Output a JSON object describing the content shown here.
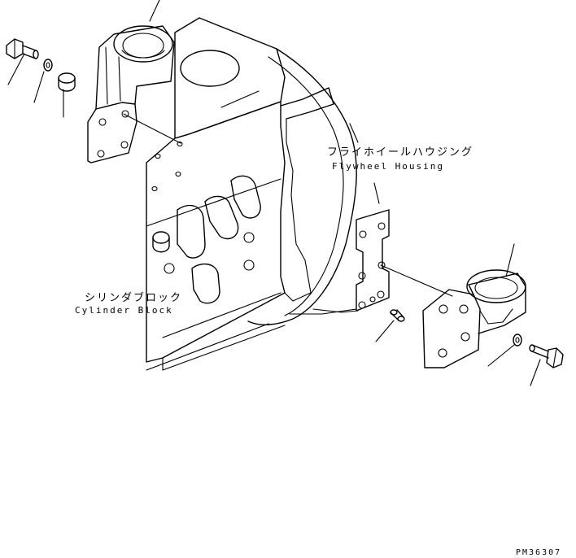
{
  "labels": {
    "flywheel_housing_jp": "フライホイールハウジング",
    "flywheel_housing_en": "Flywheel Housing",
    "cylinder_block_jp": "シリンダブロック",
    "cylinder_block_en": "Cylinder Block"
  },
  "drawing_code": "PM36307"
}
